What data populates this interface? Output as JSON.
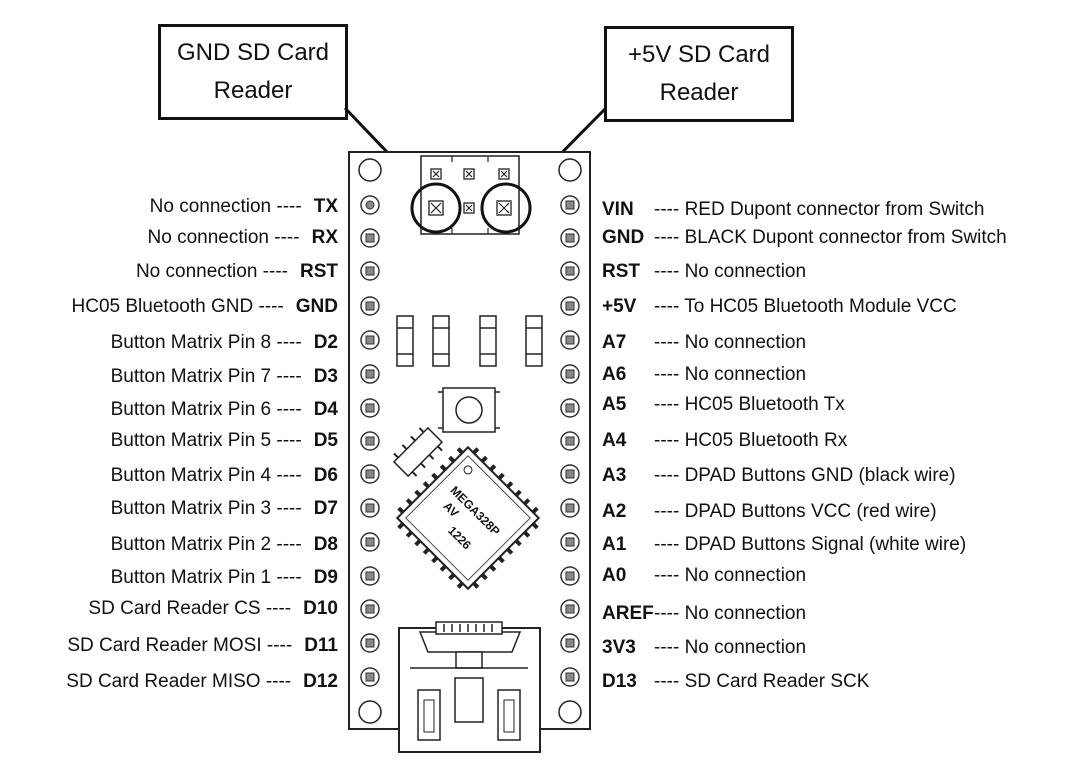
{
  "callouts": {
    "gnd": [
      "GND SD Card",
      "Reader"
    ],
    "vcc": [
      "+5V SD Card",
      "Reader"
    ]
  },
  "chip": {
    "line1": "MEGA328P",
    "line2": "AV",
    "line3": "1226"
  },
  "left_pins": [
    {
      "desc": "No connection ----",
      "pin": "TX"
    },
    {
      "desc": "No connection ----",
      "pin": "RX"
    },
    {
      "desc": "No connection ----",
      "pin": "RST"
    },
    {
      "desc": "HC05 Bluetooth GND ----",
      "pin": "GND"
    },
    {
      "desc": "Button Matrix Pin 8 ----",
      "pin": "D2"
    },
    {
      "desc": "Button Matrix Pin 7 ----",
      "pin": "D3"
    },
    {
      "desc": "Button Matrix Pin 6 ----",
      "pin": "D4"
    },
    {
      "desc": "Button Matrix Pin 5 ----",
      "pin": "D5"
    },
    {
      "desc": "Button Matrix Pin 4 ----",
      "pin": "D6"
    },
    {
      "desc": "Button Matrix Pin 3 ----",
      "pin": "D7"
    },
    {
      "desc": "Button Matrix Pin 2 ----",
      "pin": "D8"
    },
    {
      "desc": "Button Matrix Pin 1 ----",
      "pin": "D9"
    },
    {
      "desc": "SD Card Reader CS ----",
      "pin": "D10"
    },
    {
      "desc": "SD Card Reader MOSI ----",
      "pin": "D11"
    },
    {
      "desc": "SD Card Reader MISO ----",
      "pin": "D12"
    }
  ],
  "right_pins": [
    {
      "pin": "VIN",
      "desc": "---- RED Dupont connector from Switch"
    },
    {
      "pin": "GND",
      "desc": "---- BLACK Dupont connector from Switch"
    },
    {
      "pin": "RST",
      "desc": "---- No connection"
    },
    {
      "pin": "+5V",
      "desc": "---- To HC05 Bluetooth Module VCC"
    },
    {
      "pin": "A7",
      "desc": "---- No connection"
    },
    {
      "pin": "A6",
      "desc": "---- No connection"
    },
    {
      "pin": "A5",
      "desc": "---- HC05 Bluetooth Tx"
    },
    {
      "pin": "A4",
      "desc": "---- HC05 Bluetooth Rx"
    },
    {
      "pin": "A3",
      "desc": "---- DPAD Buttons GND (black wire)"
    },
    {
      "pin": "A2",
      "desc": "---- DPAD Buttons VCC (red wire)"
    },
    {
      "pin": "A1",
      "desc": "---- DPAD Buttons Signal (white wire)"
    },
    {
      "pin": "A0",
      "desc": "---- No connection"
    },
    {
      "pin": "AREF",
      "desc": "---- No connection"
    },
    {
      "pin": "3V3",
      "desc": "---- No connection"
    },
    {
      "pin": "D13",
      "desc": "---- SD Card Reader SCK"
    }
  ]
}
